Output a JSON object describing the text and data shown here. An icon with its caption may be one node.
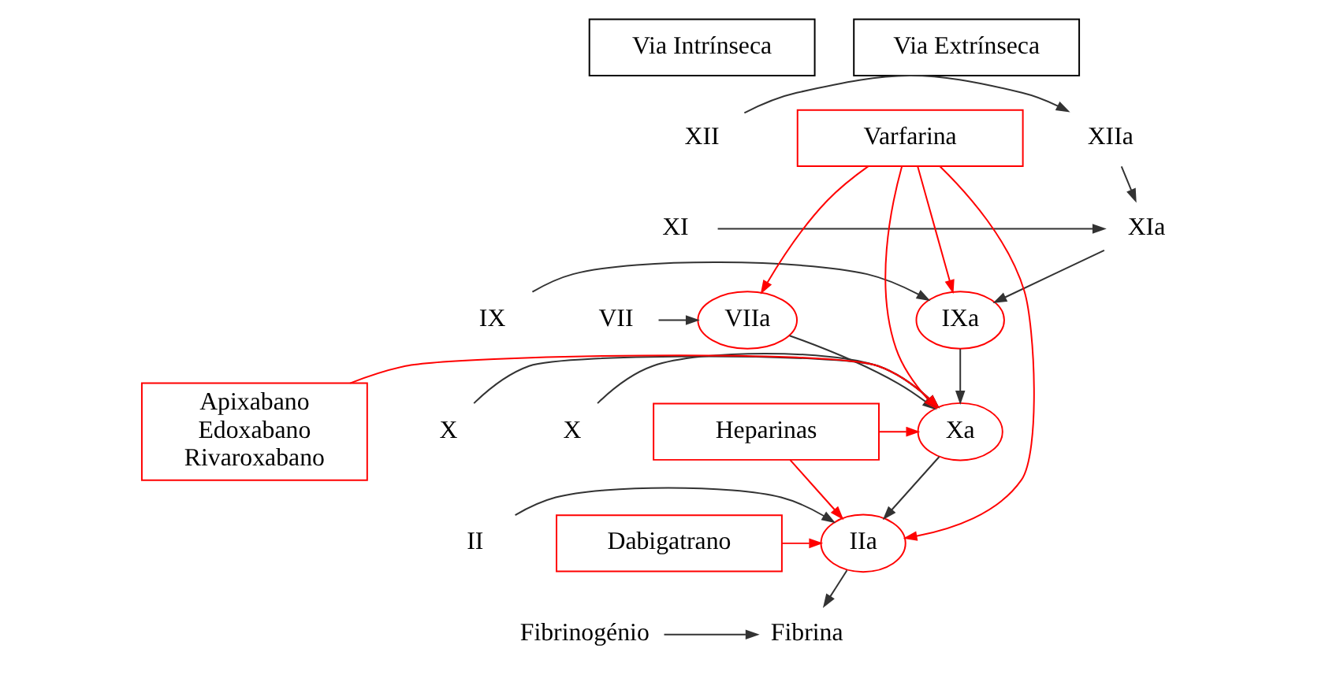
{
  "diagram": {
    "nodes": [
      {
        "text": [
          "Via Intrínseca"
        ]
      },
      {
        "text": [
          "Via Extrínseca"
        ]
      },
      {
        "text": [
          "XII"
        ]
      },
      {
        "text": [
          "XIIa"
        ]
      },
      {
        "text": [
          "XI"
        ]
      },
      {
        "text": [
          "XIa"
        ]
      },
      {
        "text": [
          "IX"
        ]
      },
      {
        "text": [
          "IXa"
        ]
      },
      {
        "text": [
          "VIIa"
        ]
      },
      {
        "text": [
          "VII"
        ]
      },
      {
        "text": [
          "Varfarina"
        ]
      },
      {
        "text": [
          "X"
        ]
      },
      {
        "text": [
          "Xa"
        ]
      },
      {
        "text": [
          "X"
        ]
      },
      {
        "text": [
          "Apixabano",
          "Edoxabano",
          "Rivaroxabano"
        ]
      },
      {
        "text": [
          "Heparinas"
        ]
      },
      {
        "text": [
          "II"
        ]
      },
      {
        "text": [
          "IIa"
        ]
      },
      {
        "text": [
          "Dabigatrano"
        ]
      },
      {
        "text": [
          "Fibrinogénio"
        ]
      },
      {
        "text": [
          "Fibrina"
        ]
      }
    ],
    "edges": [
      {
        "from": 2,
        "to": 3,
        "arrow": "to"
      },
      {
        "from": 3,
        "to": 5,
        "arrow": "to"
      },
      {
        "from": 4,
        "to": 5,
        "arrow": "to"
      },
      {
        "from": 5,
        "to": 7,
        "arrow": "to"
      },
      {
        "from": 6,
        "to": 7,
        "arrow": "to"
      },
      {
        "from": 9,
        "to": 8,
        "arrow": "to"
      },
      {
        "from": 10,
        "to": 7,
        "arrow": "to",
        "color": "#ff0000"
      },
      {
        "from": 10,
        "to": 12,
        "arrow": "to",
        "color": "#ff0000"
      },
      {
        "from": 10,
        "to": 8,
        "arrow": "to",
        "color": "#ff0000"
      },
      {
        "from": 10,
        "to": 17,
        "arrow": "to",
        "color": "#ff0000"
      },
      {
        "from": 7,
        "to": 12,
        "arrow": "to"
      },
      {
        "from": 11,
        "to": 12,
        "arrow": "to"
      },
      {
        "from": 8,
        "to": 12,
        "arrow": "to"
      },
      {
        "from": 13,
        "to": 12,
        "arrow": "to"
      },
      {
        "from": 14,
        "to": 12,
        "arrow": "to",
        "color": "#ff0000"
      },
      {
        "from": 15,
        "to": 12,
        "arrow": "to",
        "color": "#ff0000"
      },
      {
        "from": 15,
        "to": 17,
        "arrow": "to",
        "color": "#ff0000"
      },
      {
        "from": 12,
        "to": 17,
        "arrow": "to"
      },
      {
        "from": 16,
        "to": 17,
        "arrow": "to"
      },
      {
        "from": 18,
        "to": 17,
        "arrow": "to",
        "color": "#ff0000"
      },
      {
        "from": 17,
        "to": 20,
        "arrow": "to"
      },
      {
        "from": 19,
        "to": 20,
        "arrow": "to"
      }
    ]
  }
}
